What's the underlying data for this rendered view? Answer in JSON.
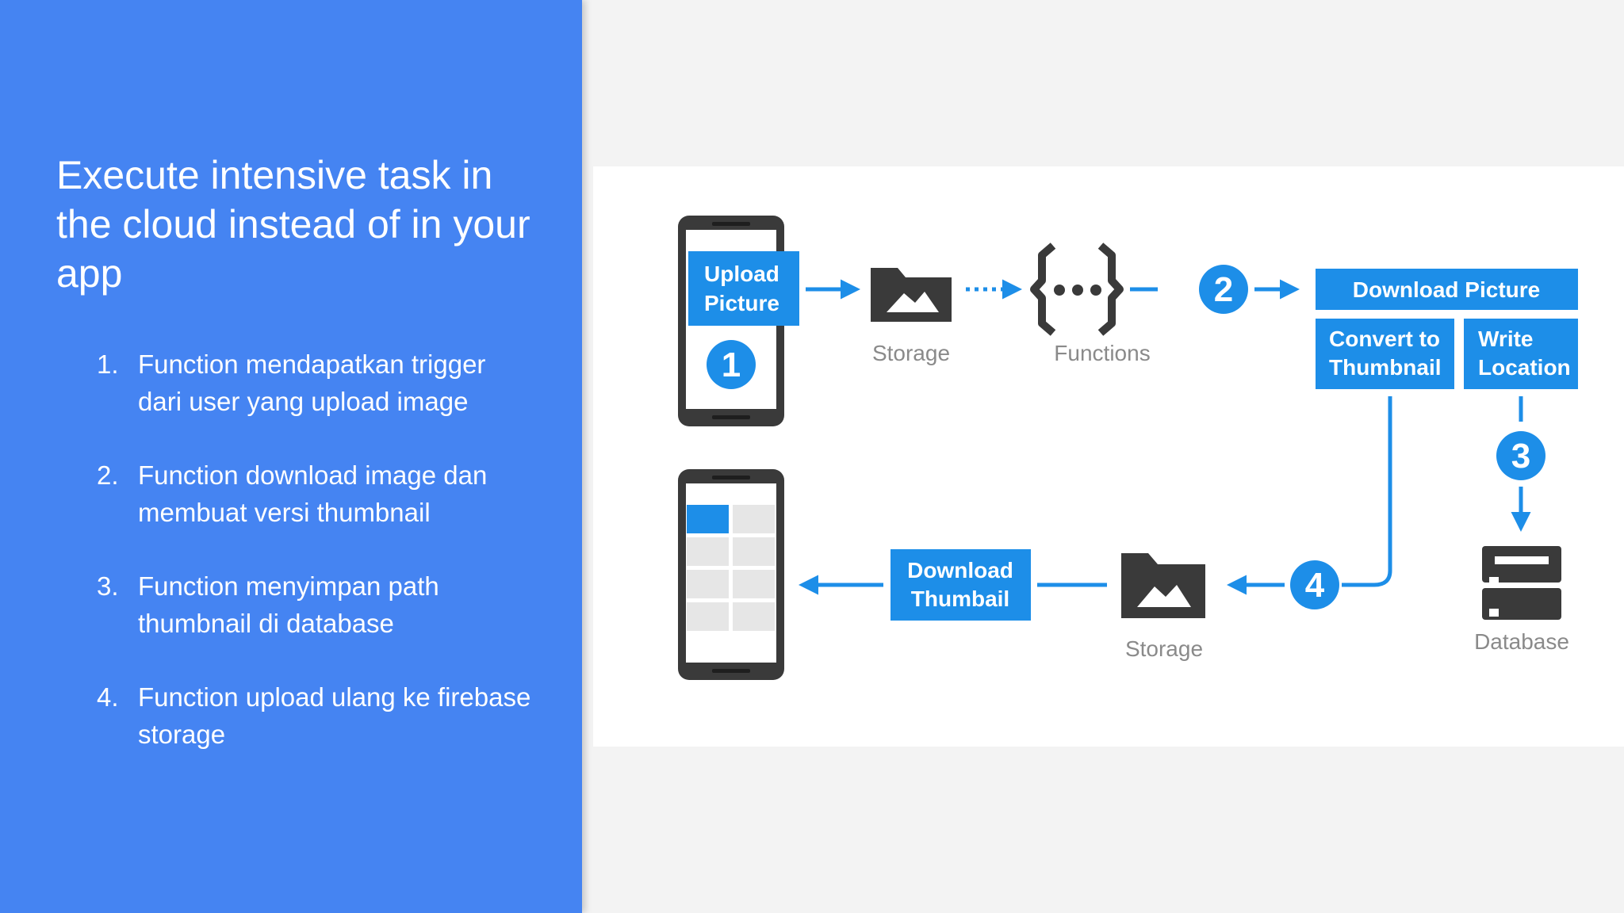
{
  "slide": {
    "title": "Execute intensive task in the cloud instead of in your app",
    "steps": [
      {
        "number": "1.",
        "text": "Function mendapatkan trigger dari user yang upload image"
      },
      {
        "number": "2.",
        "text": "Function download image dan membuat versi thumbnail"
      },
      {
        "number": "3.",
        "text": "Function menyimpan path thumbnail di database"
      },
      {
        "number": "4.",
        "text": "Function upload ulang ke firebase storage"
      }
    ]
  },
  "diagram": {
    "upload_picture": [
      "Upload",
      "Picture"
    ],
    "step1": "1",
    "step2": "2",
    "step3": "3",
    "step4": "4",
    "storage_top_caption": "Storage",
    "functions_caption": "Functions",
    "download_picture": "Download Picture",
    "convert_thumbnail": [
      "Convert to",
      "Thumbnail"
    ],
    "write_location": [
      "Write",
      "Location"
    ],
    "database_caption": "Database",
    "storage_bottom_caption": "Storage",
    "download_thumbnail": [
      "Download",
      "Thumbail"
    ],
    "colors": {
      "accent_blue": "#1d8ee8",
      "dark": "#3c3c3c",
      "panel_blue": "#4584f2"
    },
    "icons": [
      "phone-icon",
      "folder-image-icon",
      "functions-braces-icon",
      "database-icon",
      "arrow-icon"
    ]
  }
}
